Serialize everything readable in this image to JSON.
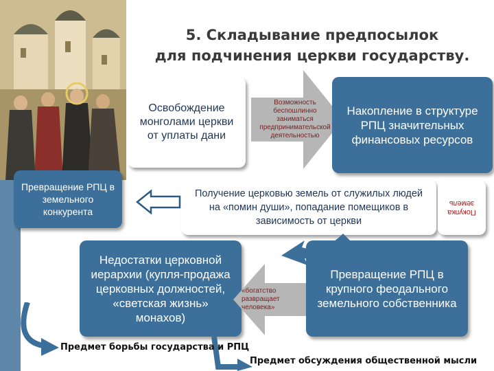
{
  "slide": {
    "title_line1": "5. Складывание предпосылок",
    "title_line2": "для подчинения церкви государству."
  },
  "boxes": {
    "exemption": "Освобождение монголами церкви от уплаты дани",
    "possibility": "Возможность беспошлинно заниматься предпринимательской деятельностью",
    "accumulation": "Накопление в структуре РПЦ значительных финансовых ресурсов",
    "rpc_competitor": "Превращение РПЦ в земельного конкурента",
    "land_acquisition": "Получение церковью земель от служилых людей на «помин души», попадание помещиков в зависимость от церкви",
    "land_purchase": "Покупка земель",
    "hierarchy_flaws": "Недостатки церковной иерархии (купля-продажа церковных должностей, «светская жизнь» монахов)",
    "wealth_corrupts": "«богатство развращает человека»",
    "feudal_owner": "Превращение РПЦ в крупного феодального земельного собственника"
  },
  "captions": {
    "state_struggle": "Предмет борьбы государства и РПЦ",
    "public_discussion": "Предмет обсуждения общественной мысли"
  },
  "colors": {
    "box_blue": "#3c6f99",
    "box_text_dark": "#1d3658",
    "arrow_gray": "#b6b6b6",
    "title": "#3a3a3a"
  }
}
